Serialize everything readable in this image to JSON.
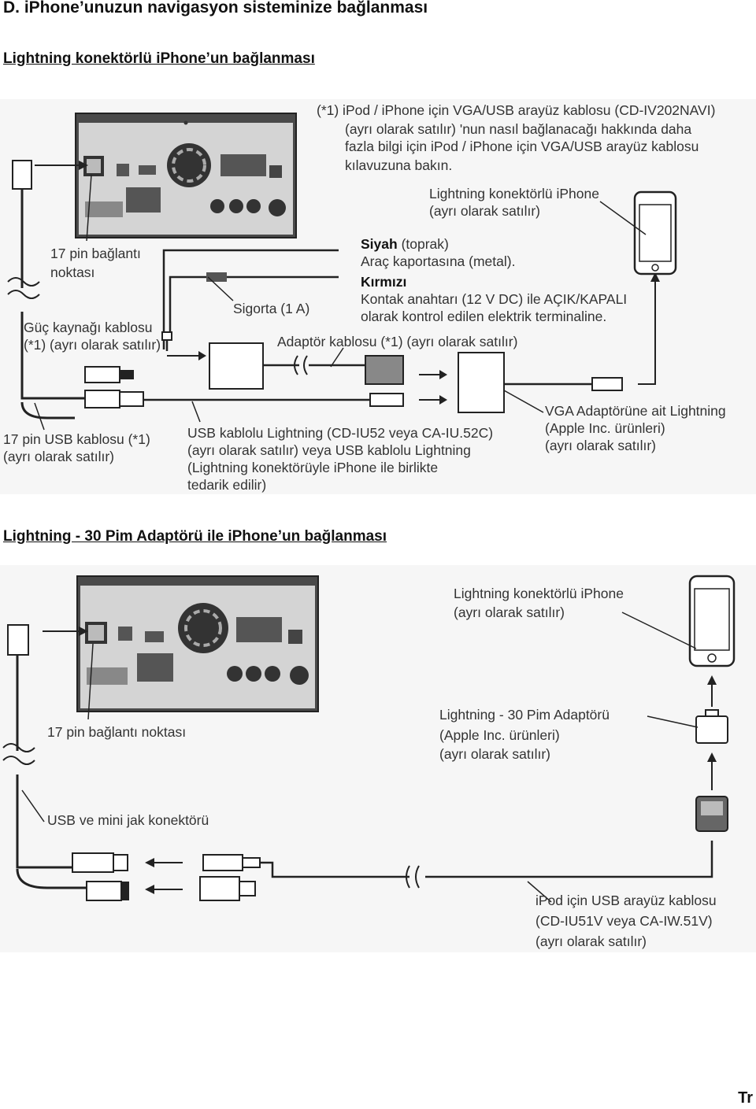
{
  "section_title": "D. iPhone’unuzun navigasyon sisteminize bağlanması",
  "diagram1": {
    "heading": "Lightning konektörlü iPhone’un bağlanması",
    "note": [
      "(*1) iPod / iPhone için VGA/USB arayüz kablosu (CD-IV202NAVI)",
      "(ayrı olarak satılır) 'nun nasıl bağlanacağı hakkında daha",
      "fazla bilgi için iPod / iPhone için VGA/USB arayüz kablosu",
      "kılavuzuna bakın."
    ],
    "iphone_label": [
      "Lightning konektörlü iPhone",
      "(ayrı olarak satılır)"
    ],
    "pin17_label": [
      "17 pin bağlantı",
      "noktası"
    ],
    "black": {
      "bold": "Siyah",
      "rest": " (toprak)",
      "line2": "Araç kaportasına (metal)."
    },
    "red": {
      "bold": "Kırmızı",
      "line1": "Kontak anahtarı (12 V DC) ile AÇIK/KAPALI",
      "line2": "olarak kontrol edilen elektrik terminaline."
    },
    "fuse_label": "Sigorta (1 A)",
    "power_label": [
      "Güç kaynağı kablosu",
      "(*1) (ayrı olarak satılır)"
    ],
    "adapter_cable_label": "Adaptör kablosu (*1) (ayrı olarak satılır)",
    "usb17_label": [
      "17 pin USB kablosu (*1)",
      "(ayrı olarak satılır)"
    ],
    "usb_lightning_label": [
      "USB kablolu Lightning (CD-IU52 veya CA-IU.52C)",
      "(ayrı olarak satılır) veya USB kablolu Lightning",
      "(Lightning konektörüyle iPhone ile birlikte",
      "tedarik edilir)"
    ],
    "vga_label": [
      "VGA Adaptörüne ait Lightning",
      "(Apple Inc. ürünleri)",
      "(ayrı olarak satılır)"
    ]
  },
  "diagram2": {
    "heading": "Lightning - 30 Pim Adaptörü ile iPhone’un bağlanması",
    "iphone_label": [
      "Lightning konektörlü iPhone",
      "(ayrı olarak satılır)"
    ],
    "adapter_label": [
      "Lightning - 30 Pim Adaptörü",
      "(Apple Inc. ürünleri)",
      "(ayrı olarak satılır)"
    ],
    "pin17_label": "17 pin bağlantı noktası",
    "usb_mini_label": "USB ve mini jak konektörü",
    "ipod_label": [
      "iPod için USB arayüz kablosu",
      "(CD-IU51V veya CA-IW.51V)",
      "(ayrı olarak satılır)"
    ]
  },
  "language_code": "Tr",
  "colors": {
    "line": "#222222",
    "panel": "#3a3a3a",
    "panel_light": "#d9d9d9",
    "diagram_bg": "#f5f5f5"
  }
}
